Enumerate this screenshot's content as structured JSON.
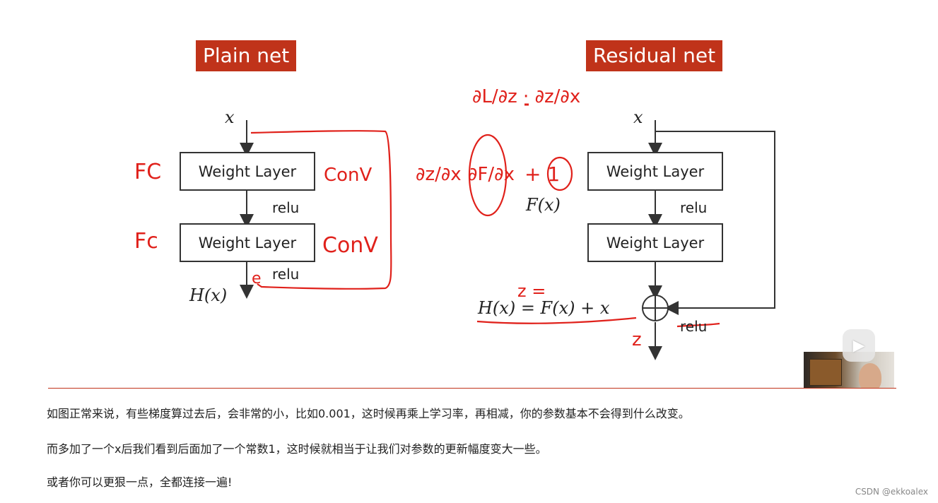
{
  "slide": {
    "plain_title": "Plain net",
    "residual_title": "Residual net",
    "plain": {
      "input_label": "x",
      "layer1_label": "Weight Layer",
      "layer2_label": "Weight Layer",
      "relu1_label": "relu",
      "relu2_label": "relu",
      "output_label": "H(x)"
    },
    "residual": {
      "input_label": "x",
      "layer1_label": "Weight Layer",
      "layer2_label": "Weight Layer",
      "relu1_label": "relu",
      "relu_out_label": "relu",
      "fx_label": "F(x)",
      "equation": "H(x) = F(x) + x"
    },
    "annotations": {
      "fc_1": "FC",
      "fc_2": "Fc",
      "conv_1": "ConV",
      "conv_2": "ConV",
      "chain_rule": "∂L/∂z · ∂z/∂x",
      "dz_dx_left": "∂z/∂x",
      "dF_dx": "∂F/∂x",
      "plus_one": "+ 1",
      "z_eq": "z =",
      "z_out": "z",
      "e_mark": "e"
    },
    "colors": {
      "title_bg": "#c0331a",
      "ink": "#e0211b",
      "line": "#333333"
    }
  },
  "video": {
    "play_icon": "play-icon"
  },
  "text": {
    "p1": "如图正常来说，有些梯度算过去后，会非常的小，比如0.001，这时候再乘上学习率，再相减，你的参数基本不会得到什么改变。",
    "p2": "而多加了一个x后我们看到后面加了一个常数1，这时候就相当于让我们对参数的更新幅度变大一些。",
    "p3": "或者你可以更狠一点，全都连接一遍!"
  },
  "watermark": "CSDN @ekkoalex"
}
